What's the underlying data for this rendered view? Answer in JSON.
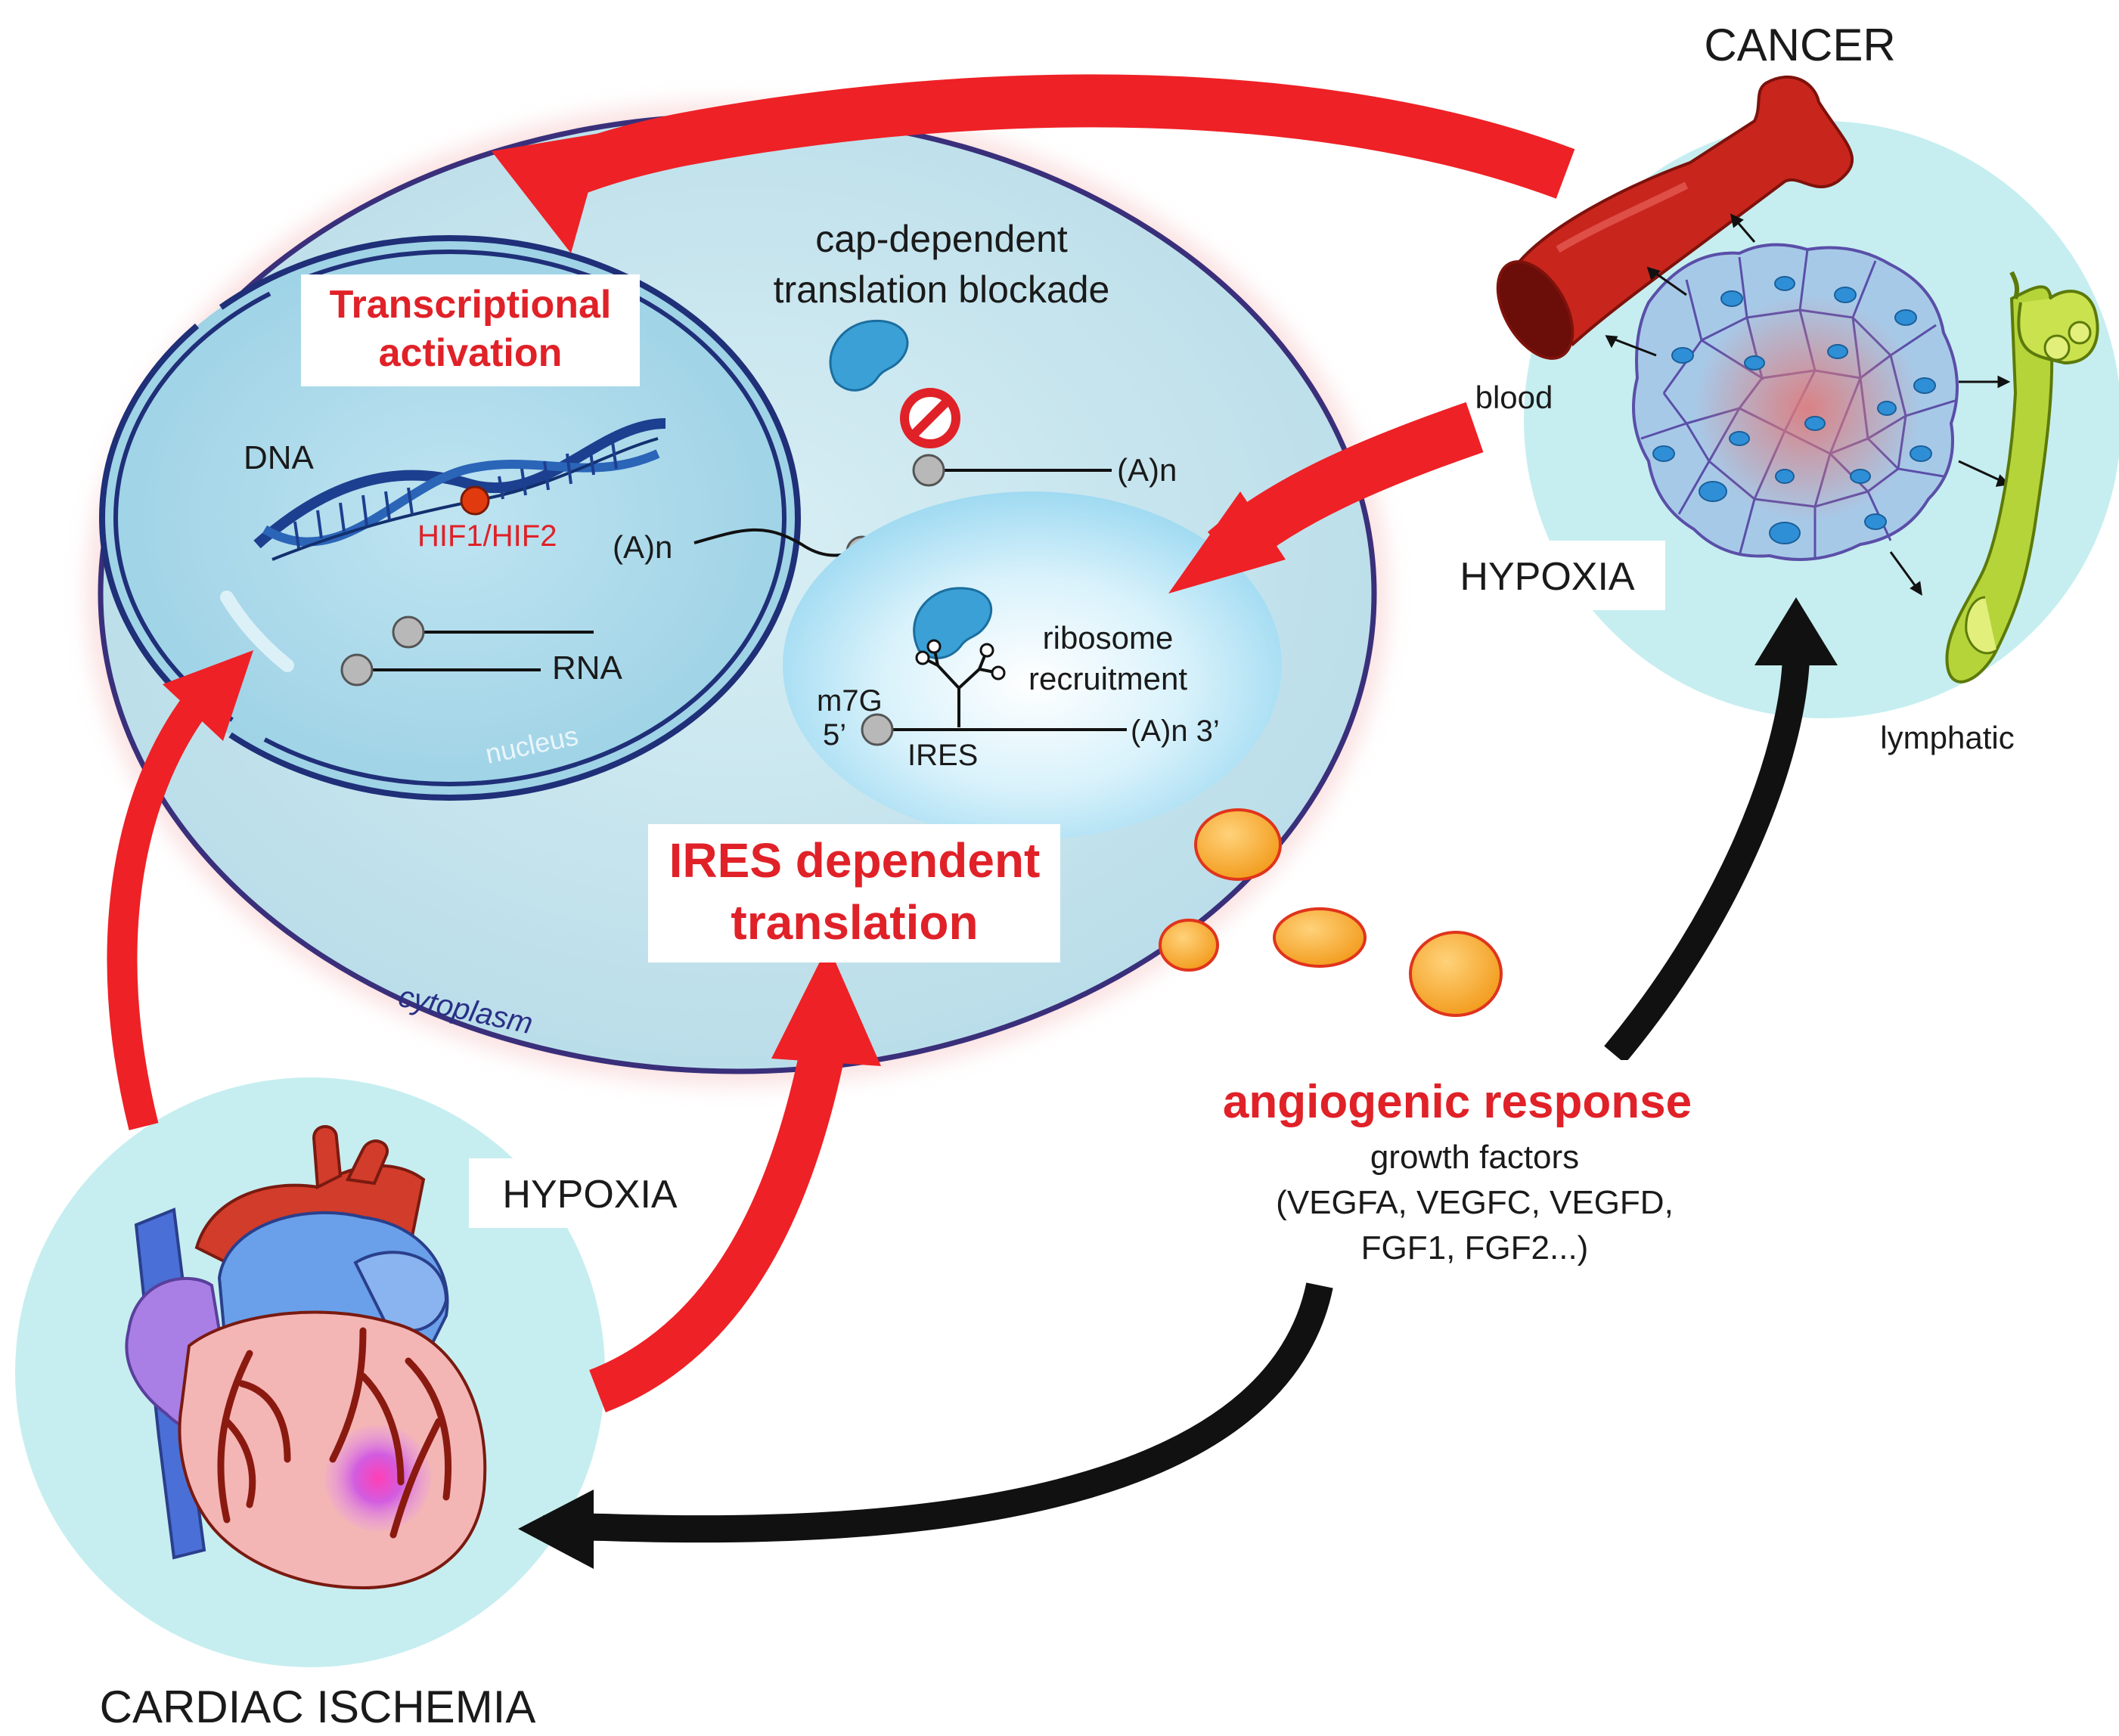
{
  "labels": {
    "cancer": "CANCER",
    "cardiac": "CARDIAC ISCHEMIA",
    "hypoxia_top": "HYPOXIA",
    "hypoxia_bottom": "HYPOXIA",
    "blood": "blood",
    "lymphatic": "lymphatic",
    "transcriptional_line1": "Transcriptional",
    "transcriptional_line2": "activation",
    "dna": "DNA",
    "hif": "HIF1/HIF2",
    "rna": "RNA",
    "nucleus": "nucleus",
    "cytoplasm": "cytoplasm",
    "poly_a_nuclear_exit": "(A)n",
    "cap_line1": "cap-dependent",
    "cap_line2": "translation blockade",
    "poly_a_cap": "(A)n",
    "ribosome_line1": "ribosome",
    "ribosome_line2": "recruitment",
    "m7g": "m7G",
    "five_prime": "5’",
    "ires_small": "IRES",
    "poly_a_ires": "(A)n 3’",
    "ires_line1": "IRES dependent",
    "ires_line2": "translation",
    "angio_title": "angiogenic response",
    "angio_line1": "growth factors",
    "angio_line2": "(VEGFA, VEGFC, VEGFD,",
    "angio_line3": "FGF1, FGF2...)"
  },
  "icons": {
    "ribosome": "ribosome-icon",
    "blocked": "prohibited-icon",
    "heart": "heart-icon",
    "tumor": "tumor-icon",
    "vessel": "blood-vessel-icon",
    "lymph": "lymphatic-vessel-icon",
    "dna": "dna-helix-icon"
  },
  "colors": {
    "arrow_red": "#ee2126",
    "arrow_black": "#111111",
    "cell_fill": "#c9e6ef",
    "nucleus_fill": "#a9d9ea",
    "membrane": "#3a2f7a",
    "title_red": "#e02128",
    "circle_bg": "#c6eef0",
    "growth_factor": "#f5a623"
  }
}
